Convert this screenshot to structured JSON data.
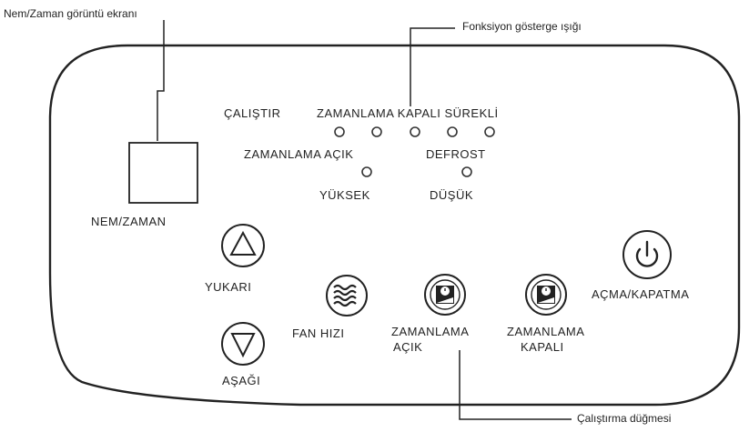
{
  "callouts": {
    "display_screen": "Nem/Zaman görüntü ekranı",
    "function_light": "Fonksiyon gösterge ışığı",
    "operation_button": "Çalıştırma düğmesi"
  },
  "indicators": {
    "run": "ÇALIŞTIR",
    "timer_off_continuous": "ZAMANLAMA KAPALI SÜREKLİ",
    "timer_on": "ZAMANLAMA AÇIK",
    "defrost": "DEFROST",
    "high": "YÜKSEK",
    "low": "DÜŞÜK"
  },
  "display": {
    "label": "NEM/ZAMAN"
  },
  "buttons": {
    "up": "YUKARI",
    "down": "AŞAĞI",
    "fan_speed": "FAN HIZI",
    "timer_on_line1": "ZAMANLAMA",
    "timer_on_line2": "AÇIK",
    "timer_off_line1": "ZAMANLAMA",
    "timer_off_line2": "KAPALI",
    "power": "AÇMA/KAPATMA"
  }
}
